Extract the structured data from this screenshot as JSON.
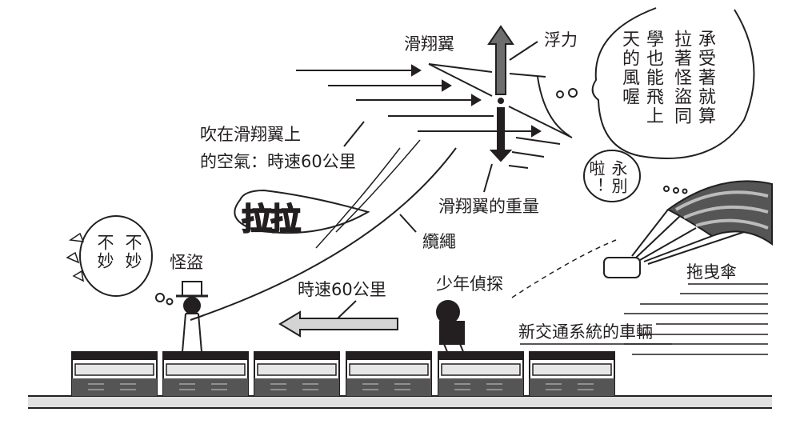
{
  "labels": {
    "glider": "滑翔翼",
    "lift": "浮力",
    "air_line1": "吹在滑翔翼上",
    "air_line2": "的空氣：時速60公里",
    "glider_weight": "滑翔翼的重量",
    "rope": "纜繩",
    "thief": "怪盜",
    "speed": "時速60公里",
    "boy_detective": "少年偵探",
    "parachute": "拖曳傘",
    "vehicle": "新交通系統的車輛"
  },
  "sound_effect": "拉拉",
  "thought_bubble": {
    "columns": [
      "承受著就算",
      "拉著怪盜同",
      "學也能飛上",
      "天的風喔"
    ]
  },
  "farewell_bubble": {
    "columns": [
      "永別",
      "啦！"
    ]
  },
  "thief_bubble": {
    "columns": [
      "不妙",
      "不妙"
    ]
  },
  "colors": {
    "ink": "#231f20",
    "lift_arrow": "#6d6d6d",
    "speed_arrow": "#d4d4d4",
    "train_window": "#e6e6e6"
  }
}
